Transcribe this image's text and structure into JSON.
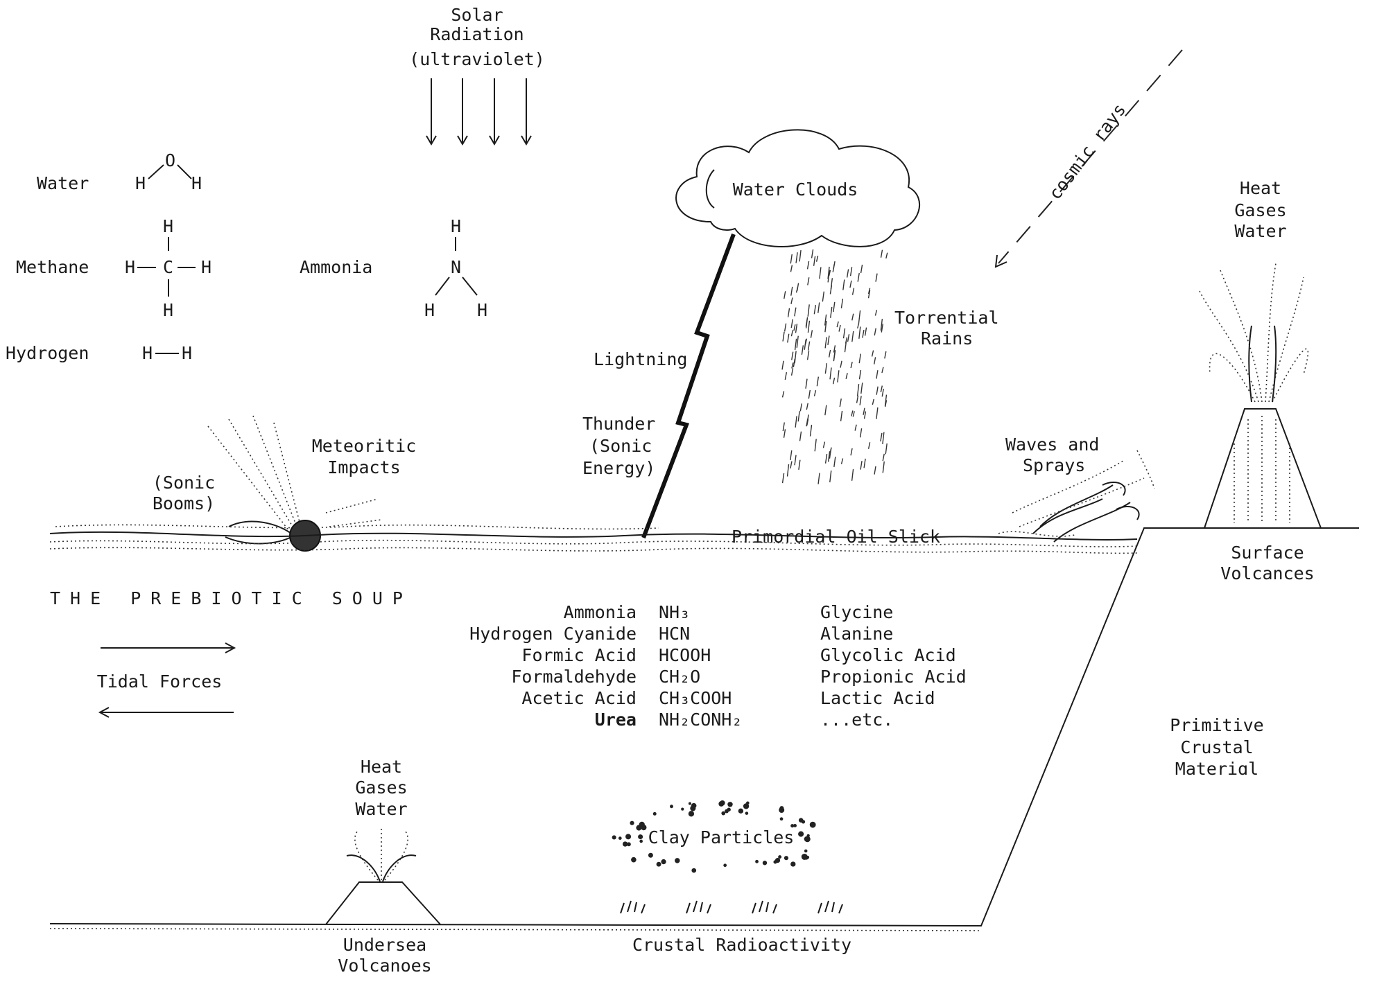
{
  "top": {
    "solar": [
      "Solar",
      "Radiation",
      "(ultraviolet)"
    ]
  },
  "molecules": {
    "water": "Water",
    "methane": "Methane",
    "ammonia": "Ammonia",
    "hydrogen": "Hydrogen"
  },
  "sky": {
    "clouds": "Water Clouds",
    "cosmic": "cosmic rays",
    "rains": [
      "Torrential",
      "Rains"
    ],
    "lightning": "Lightning",
    "thunder": [
      "Thunder",
      "(Sonic",
      "Energy)"
    ],
    "surface_emission": [
      "Heat",
      "Gases",
      "Water"
    ],
    "meteoritic": [
      "Meteoritic",
      "Impacts"
    ],
    "sonic_booms": [
      "(Sonic",
      "Booms)"
    ],
    "waves": [
      "Waves and",
      "Sprays"
    ]
  },
  "surface": {
    "oil_slick": "Primordial Oil Slick",
    "surface_volcanoes": [
      "Surface",
      "Volcances"
    ],
    "crust": [
      "Primitive",
      "Crustal",
      "Materiɑl"
    ]
  },
  "soup": {
    "title": "THE PREBIOTIC SOUP",
    "tidal": "Tidal Forces",
    "compounds": [
      {
        "name": "Ammonia",
        "formula": "NH₃"
      },
      {
        "name": "Hydrogen Cyanide",
        "formula": "HCN"
      },
      {
        "name": "Formic Acid",
        "formula": "HCOOH"
      },
      {
        "name": "Formaldehyde",
        "formula": "CH₂O"
      },
      {
        "name": "Acetic Acid",
        "formula": "CH₃COOH"
      },
      {
        "name": "Urea",
        "formula": "NH₂CONH₂"
      }
    ],
    "products": [
      "Glycine",
      "Alanine",
      "Glycolic Acid",
      "Propionic Acid",
      "Lactic Acid",
      "...etc."
    ]
  },
  "seafloor": {
    "undersea_emission": [
      "Heat",
      "Gases",
      "Water"
    ],
    "clay": "Clay Particles",
    "undersea_volcanoes": [
      "Undersea",
      "Volcanoes"
    ],
    "radioactivity": "Crustal Radioactivity"
  }
}
